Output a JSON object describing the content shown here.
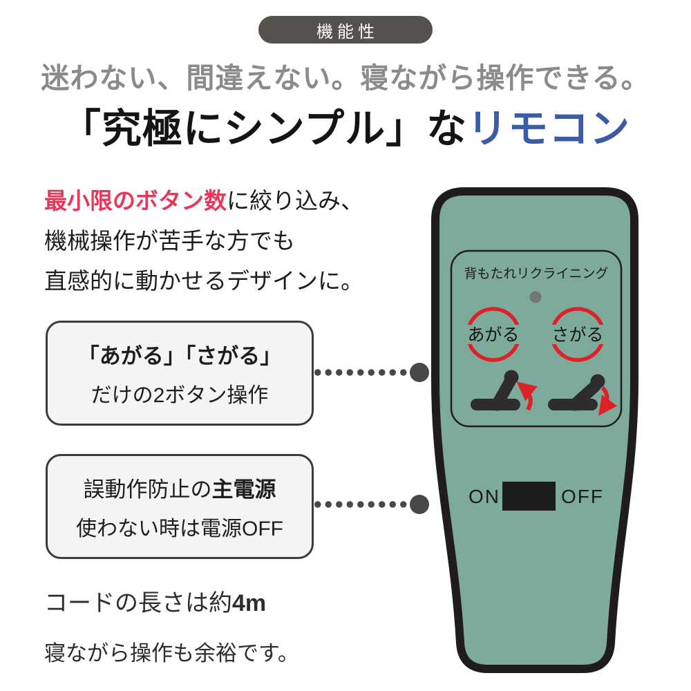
{
  "badge": {
    "label": "機能性",
    "bg_color": "#55524e"
  },
  "subtitle": "迷わない、間違えない。寝ながら操作できる。",
  "title": {
    "black_part": "「究極にシンプル」な",
    "accent_part": "リモコン",
    "accent_color": "#3b5aa8"
  },
  "intro": {
    "highlight": "最小限のボタン数",
    "highlight_color": "#e8365a",
    "line1_rest": "に絞り込み、",
    "line2": "機械操作が苦手な方でも",
    "line3": "直感的に動かせるデザインに。"
  },
  "callouts": [
    {
      "line1": "「あがる」「さがる」",
      "line2": "だけの2ボタン操作"
    },
    {
      "line1_prefix": "誤動作防止の",
      "line1_bold": "主電源",
      "line2": "使わない時は電源OFF"
    }
  ],
  "footer": {
    "line1_prefix": "コードの長さは約",
    "line1_bold": "4m",
    "line2": "寝ながら操作も余裕です。"
  },
  "remote": {
    "panel_label": "背もたれリクライニング",
    "button_up_label": "あがる",
    "button_down_label": "さがる",
    "switch_on_label": "ON",
    "switch_off_label": "OFF",
    "body_color": "#7daa9d",
    "outline_color": "#1f1c1b",
    "accent_red": "#de2127",
    "figure_color": "#2e2c2c",
    "led_color": "#757575"
  }
}
